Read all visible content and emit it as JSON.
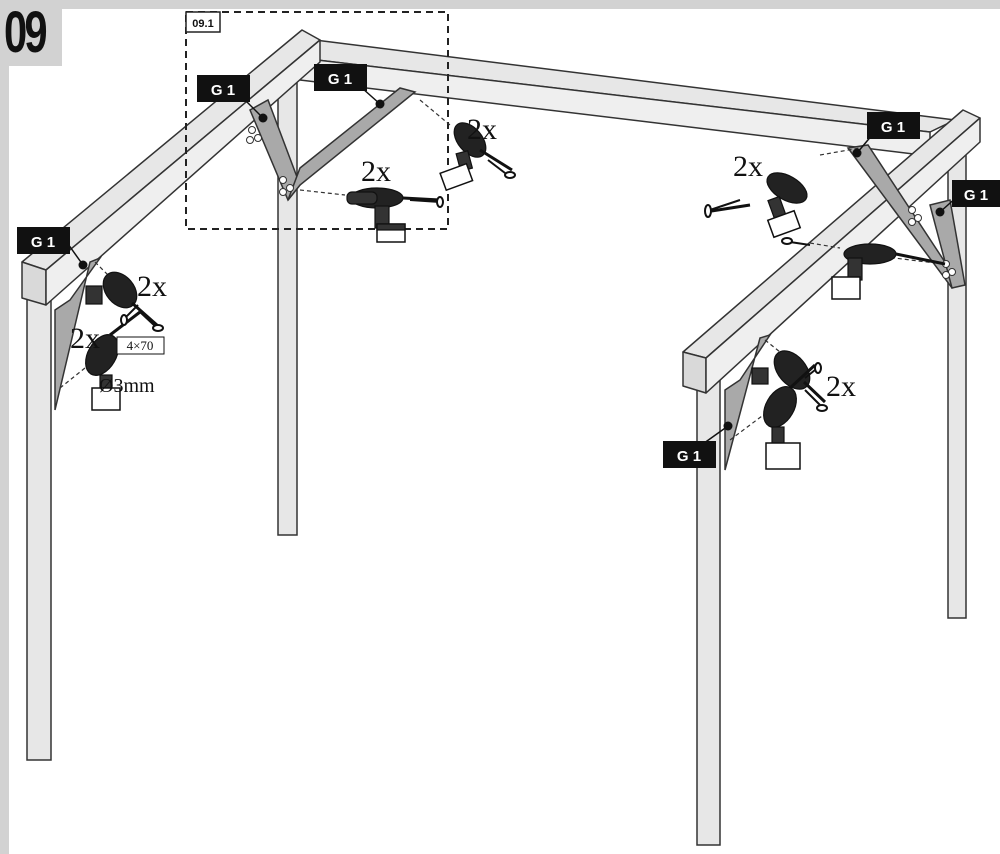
{
  "step": {
    "number": "09"
  },
  "detail": {
    "label": "09.1"
  },
  "part_label": "G 1",
  "quantity_label": "2x",
  "screw_spec": "4×70",
  "drill_spec": "Ø3mm"
}
